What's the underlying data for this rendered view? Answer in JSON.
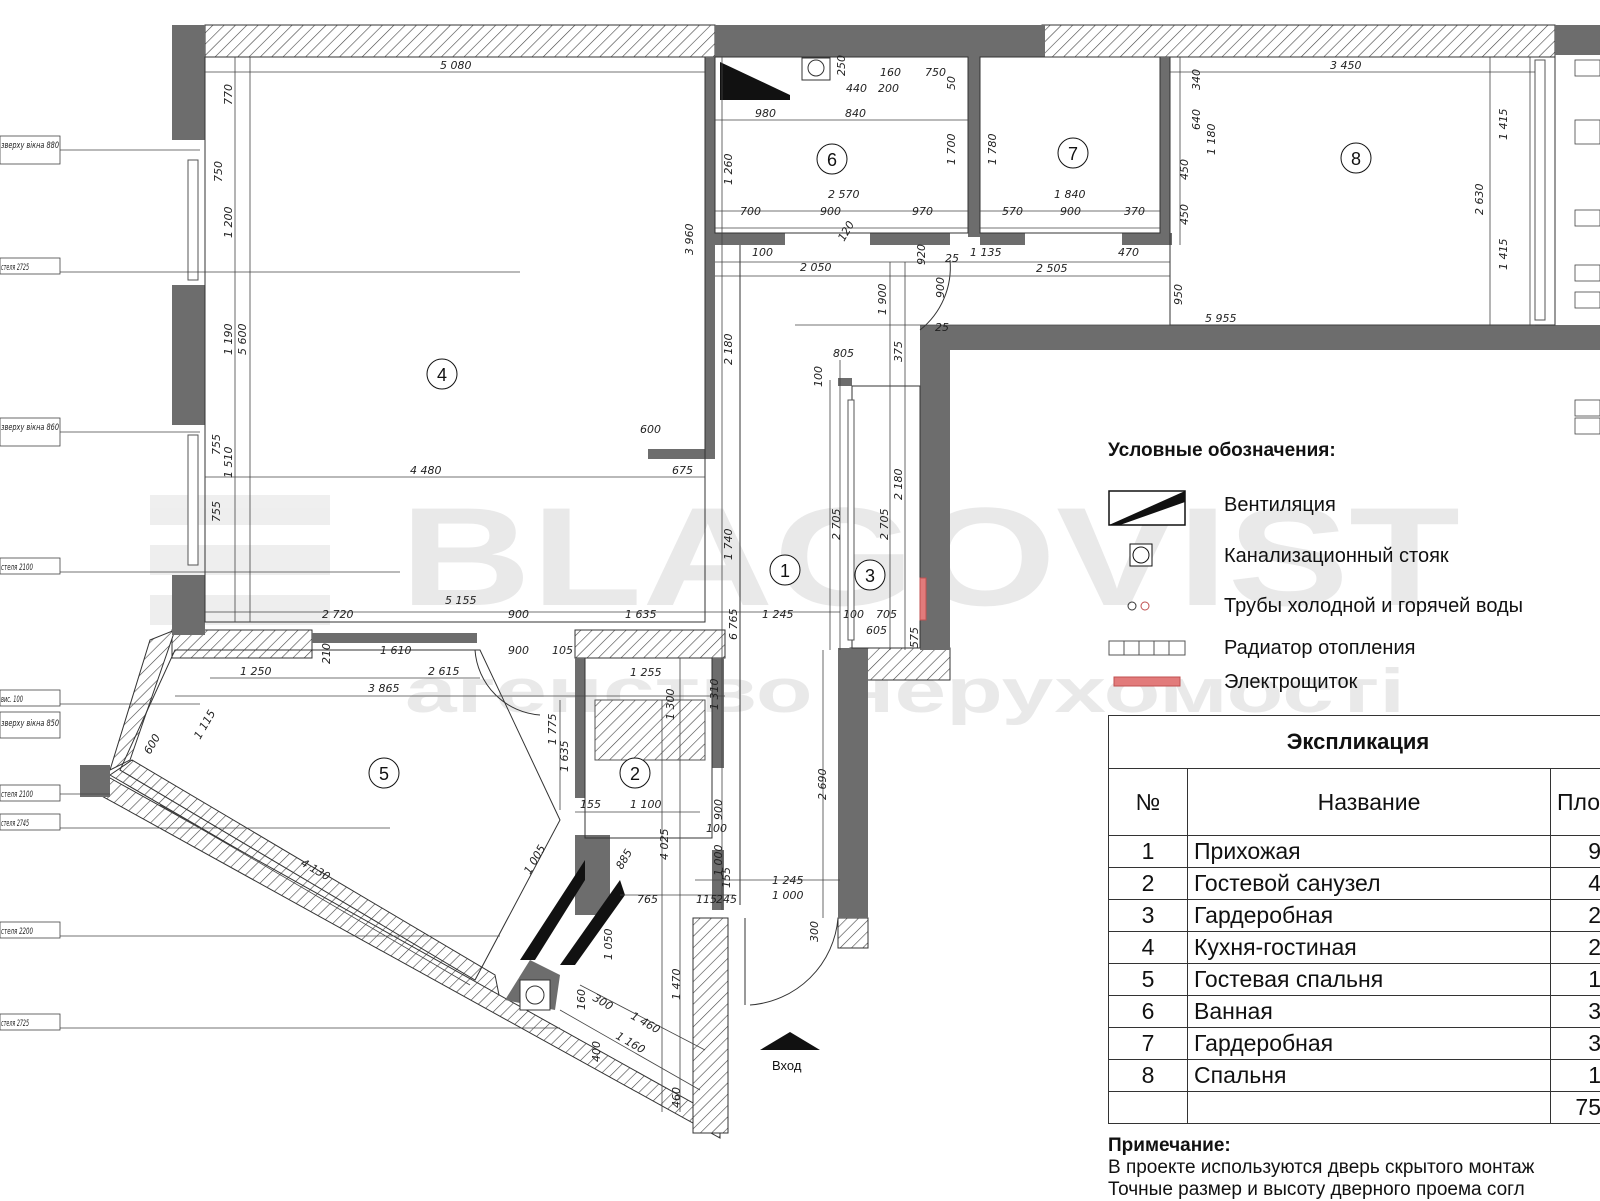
{
  "plan": {
    "dims_top": [
      "5 080",
      "770",
      "750",
      "440",
      "200",
      "160",
      "750",
      "250",
      "50",
      "3 450",
      "340",
      "640",
      "1 180",
      "980",
      "840",
      "1 700",
      "1 780",
      "2 570",
      "1 840",
      "700",
      "900",
      "970",
      "570",
      "900",
      "370",
      "450",
      "450",
      "2 630",
      "1 415",
      "1 415",
      "120"
    ],
    "dims_mid": [
      "3 960",
      "2 180",
      "100",
      "2 050",
      "920",
      "1 135",
      "2 505",
      "470",
      "950",
      "5 955",
      "1 900",
      "900",
      "25",
      "25",
      "805",
      "375",
      "100",
      "600",
      "675",
      "4 480",
      "1 740",
      "2 705",
      "2 705",
      "2 180",
      "1 190",
      "5 600",
      "1 510",
      "755",
      "755",
      "1 200",
      "1 260"
    ],
    "dims_low": [
      "2 720",
      "5 155",
      "900",
      "1 635",
      "1 245",
      "100",
      "705",
      "605",
      "575",
      "900",
      "105",
      "1 610",
      "210",
      "1 250",
      "2 615",
      "3 865",
      "1 255",
      "1 300",
      "6 765",
      "1 310",
      "1 775",
      "1 635",
      "2 690",
      "155",
      "1 100",
      "100",
      "4 025",
      "1 005",
      "4 130",
      "1 245",
      "1 000",
      "115",
      "245",
      "155",
      "765",
      "1 000",
      "1 470",
      "1 460",
      "1 160",
      "300",
      "400",
      "460",
      "885",
      "600",
      "1 115",
      "160",
      "1 050",
      "900",
      "300"
    ],
    "left_labels": [
      "зверху вікна 880",
      "стеля 2725",
      "зверху вікна 860",
      "стеля 2100",
      "вис. 100",
      "зверху вікна 850",
      "стеля 2100",
      "стеля 2745",
      "стеля 2200",
      "стеля 2725"
    ],
    "rooms": [
      "1",
      "2",
      "3",
      "4",
      "5",
      "6",
      "7",
      "8"
    ],
    "entry": "Вход"
  },
  "watermark": {
    "brand": "BLAGOVIST",
    "tagline": "агенство нерухомості"
  },
  "legend": {
    "title": "Условные обозначения:",
    "items": [
      {
        "icon": "ventilation-icon",
        "label": "Вентиляция"
      },
      {
        "icon": "sewer-riser-icon",
        "label": "Канализационный стояк"
      },
      {
        "icon": "water-pipes-icon",
        "label": "Трубы холодной и горячей воды"
      },
      {
        "icon": "radiator-icon",
        "label": "Радиатор отопления"
      },
      {
        "icon": "electrical-panel-icon",
        "label": "Электрощиток"
      }
    ],
    "colors": {
      "panel": "#e27b7b",
      "wall": "#6d6d6d"
    }
  },
  "explication": {
    "title": "Экспликация",
    "col_no": "№",
    "col_name": "Название",
    "col_area": "Пло",
    "rows": [
      {
        "no": "1",
        "name": "Прихожая",
        "area": "9"
      },
      {
        "no": "2",
        "name": "Гостевой санузел",
        "area": "4"
      },
      {
        "no": "3",
        "name": "Гардеробная",
        "area": "2"
      },
      {
        "no": "4",
        "name": "Кухня-гостиная",
        "area": "2"
      },
      {
        "no": "5",
        "name": "Гостевая спальня",
        "area": "1"
      },
      {
        "no": "6",
        "name": "Ванная",
        "area": "3"
      },
      {
        "no": "7",
        "name": "Гардеробная",
        "area": "3"
      },
      {
        "no": "8",
        "name": "Спальня",
        "area": "1"
      }
    ],
    "total": "75"
  },
  "note": {
    "title": "Примечание:",
    "line1": "В проекте используются дверь скрытого монтаж",
    "line2": "Точные размер и высоту дверного проема согл"
  }
}
